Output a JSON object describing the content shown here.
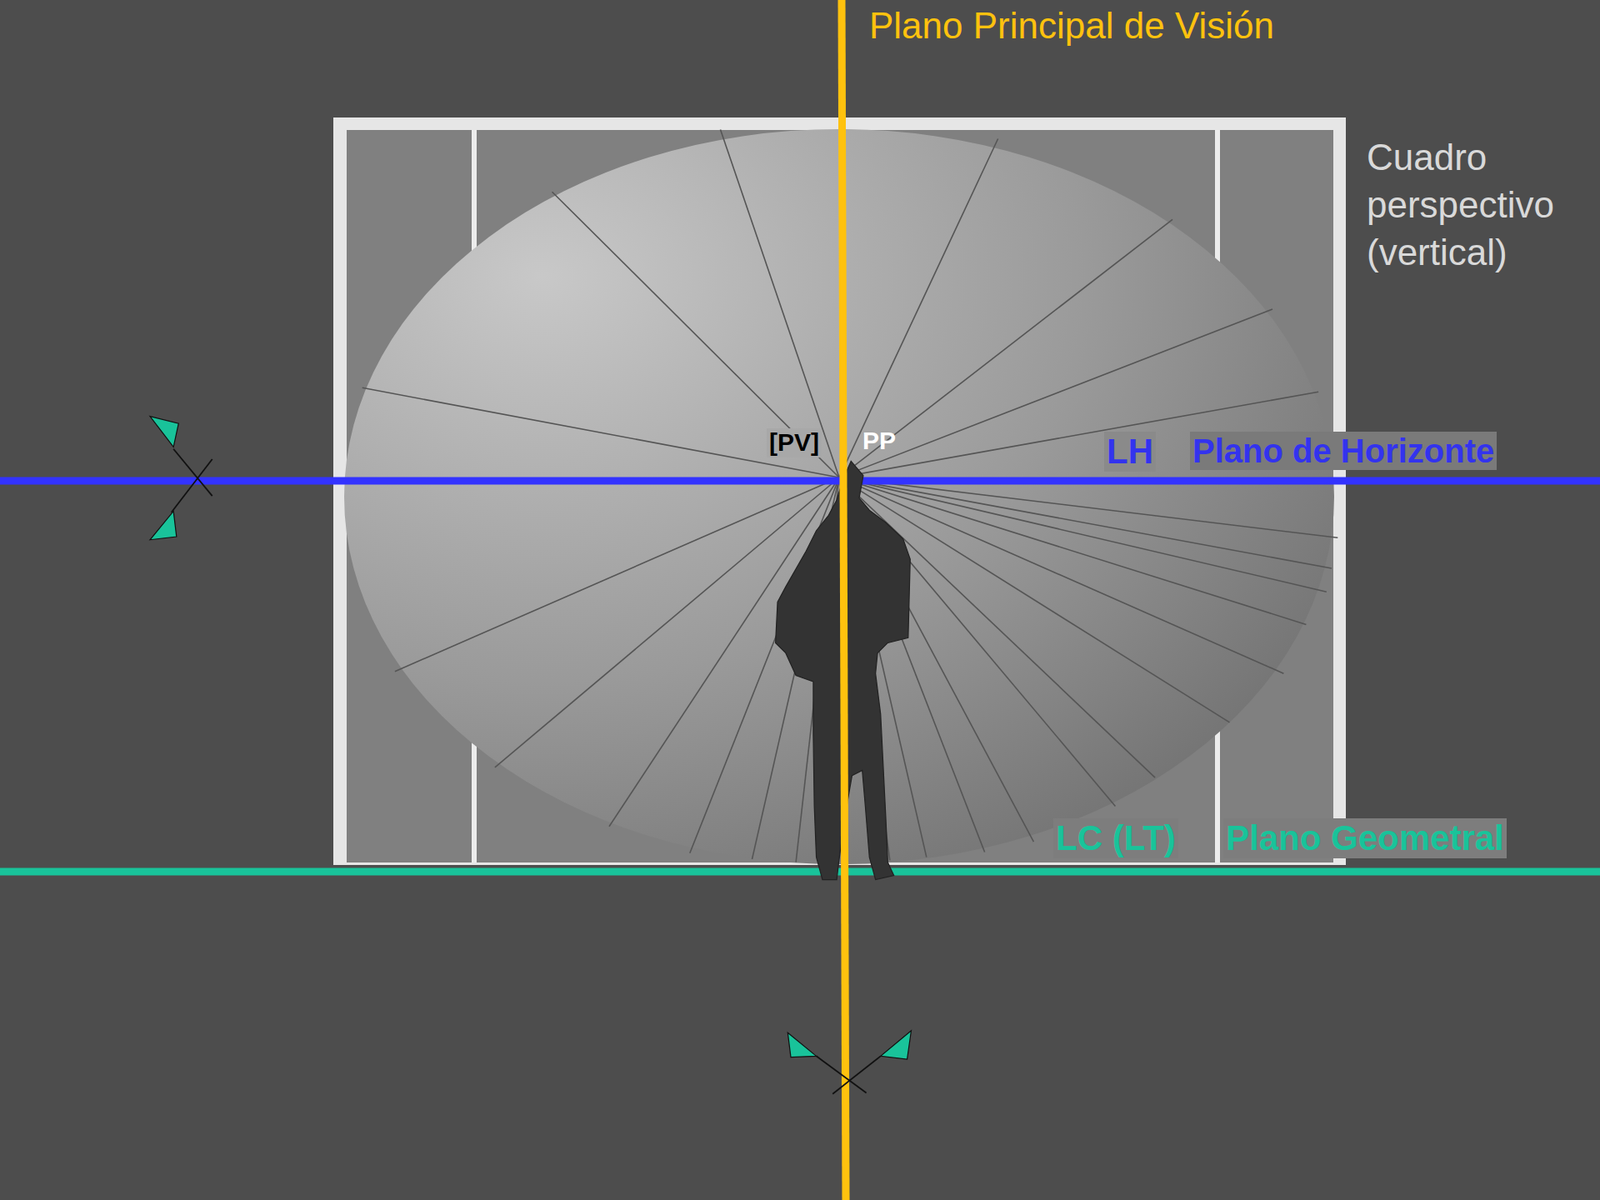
{
  "diagram": {
    "labels": [
      "Plano Principal de Visión",
      "Cuadro perspectivo (vertical)",
      "[PV]",
      "PP",
      "LH",
      "Plano de Horizonte",
      "LC (LT)",
      "Plano Geometral"
    ]
  }
}
